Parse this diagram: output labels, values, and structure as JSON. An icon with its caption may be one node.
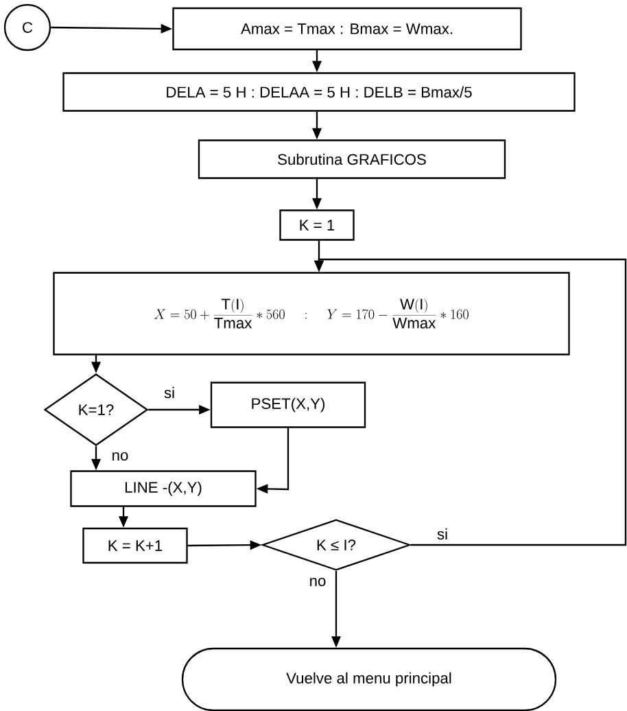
{
  "diagram": {
    "nodes": [
      {
        "text": [
          "C"
        ]
      },
      {
        "text": [
          "Amax = Tmax : Bmax = Wmax."
        ]
      },
      {
        "text": [
          "DELA = 5 H : DELAA = 5 H : DELB = Bmax/5"
        ]
      },
      {
        "text": [
          "Subrutina GRAFICOS"
        ]
      },
      {
        "text": [
          "K = 1"
        ]
      },
      {
        "text": [
          "X = 50 + \\frac{\\mathrm{T(I)}}{\\mathrm{Tmax}} * 560 \\quad : \\quad Y = 170 - \\frac{\\mathrm{W(I)}}{\\mathrm{Wmax}} * 160"
        ]
      },
      {
        "text": [
          "K=1?"
        ]
      },
      {
        "text": [
          "PSET(X,Y)"
        ]
      },
      {
        "text": [
          "LINE -(X,Y)"
        ]
      },
      {
        "text": [
          "K = K+1"
        ]
      },
      {
        "text": [
          "K ≤ I?"
        ]
      },
      {
        "text": [
          "Vuelve al menu principal"
        ]
      }
    ],
    "edges": [
      {
        "from": 0,
        "to": 1,
        "arrow": "to"
      },
      {
        "from": 1,
        "to": 2,
        "arrow": "to"
      },
      {
        "from": 2,
        "to": 3,
        "arrow": "to"
      },
      {
        "from": 3,
        "to": 4,
        "arrow": "to"
      },
      {
        "from": 4,
        "to": 5,
        "arrow": "to"
      },
      {
        "from": 5,
        "to": 6,
        "arrow": "to"
      },
      {
        "from": 6,
        "to": 7,
        "arrow": "to",
        "label": "si"
      },
      {
        "from": 6,
        "to": 8,
        "arrow": "to",
        "label": "no"
      },
      {
        "from": 7,
        "to": 8,
        "arrow": "to"
      },
      {
        "from": 8,
        "to": 9,
        "arrow": "to"
      },
      {
        "from": 9,
        "to": 10,
        "arrow": "to"
      },
      {
        "from": 10,
        "to": 5,
        "arrow": "to",
        "label": "si"
      },
      {
        "from": 10,
        "to": 11,
        "arrow": "to",
        "label": "no"
      }
    ]
  }
}
